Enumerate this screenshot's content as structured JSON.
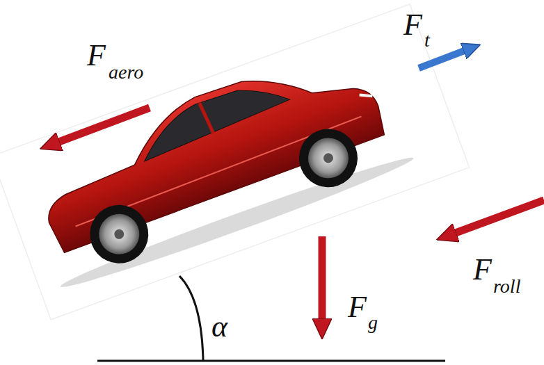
{
  "diagram": {
    "labels": [
      "F",
      "aero",
      "F",
      "t",
      "F",
      "roll",
      "α",
      "F",
      "g"
    ]
  }
}
